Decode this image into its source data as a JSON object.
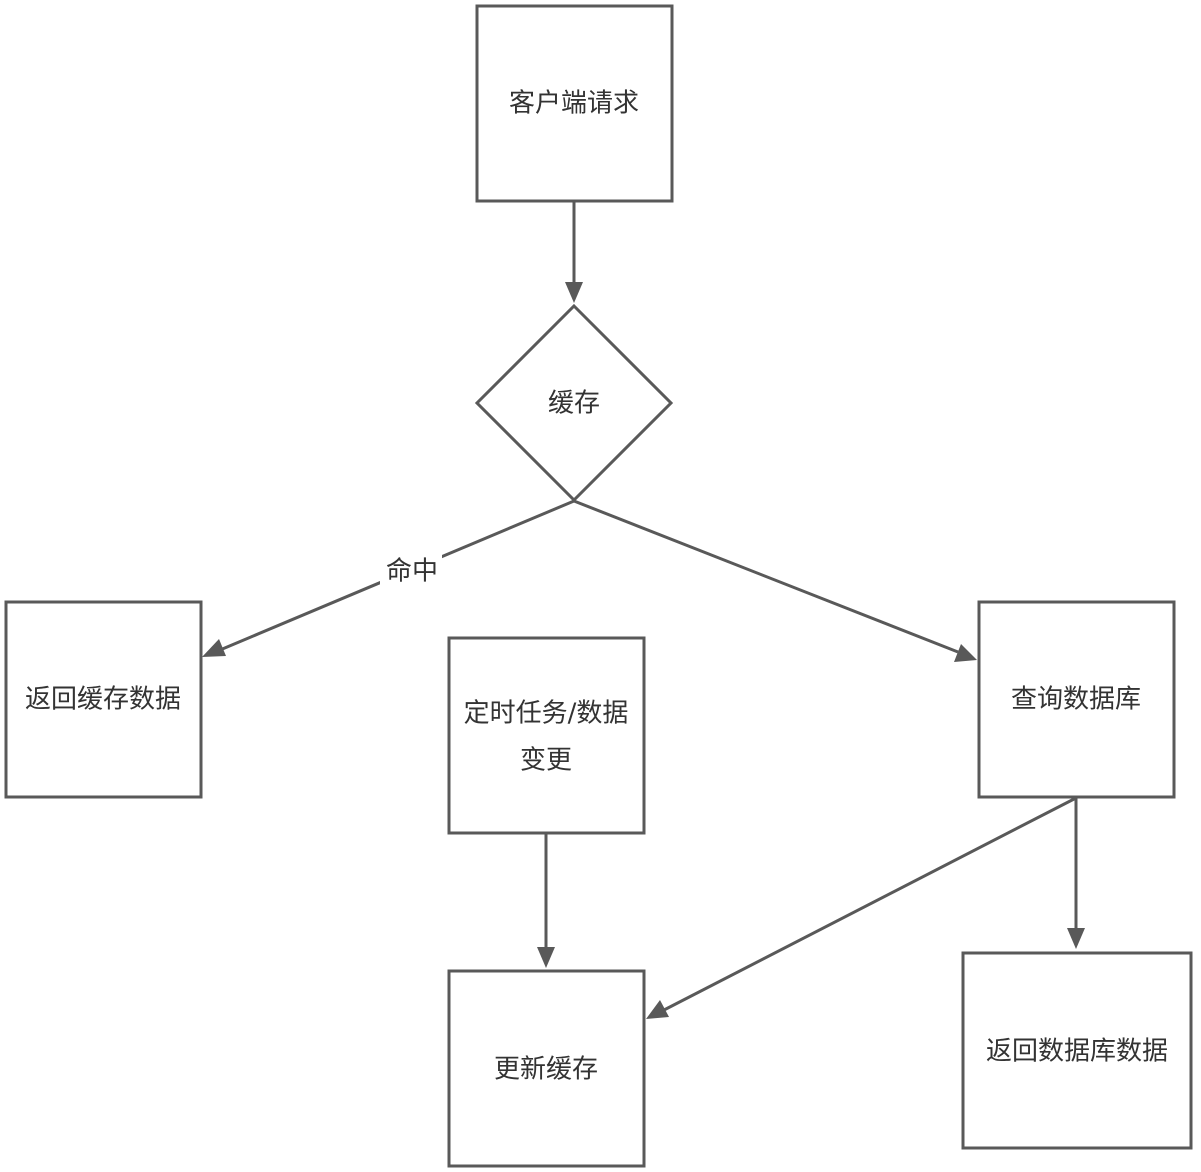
{
  "diagram": {
    "nodes": {
      "client_request": "客户端请求",
      "cache": "缓存",
      "return_cache": "返回缓存数据",
      "scheduled_task_line1": "定时任务/数据",
      "scheduled_task_line2": "变更",
      "query_db": "查询数据库",
      "update_cache": "更新缓存",
      "return_db": "返回数据库数据"
    },
    "edge_labels": {
      "hit": "命中"
    },
    "colors": {
      "stroke": "#595959",
      "text": "#333333",
      "background": "#ffffff"
    }
  }
}
